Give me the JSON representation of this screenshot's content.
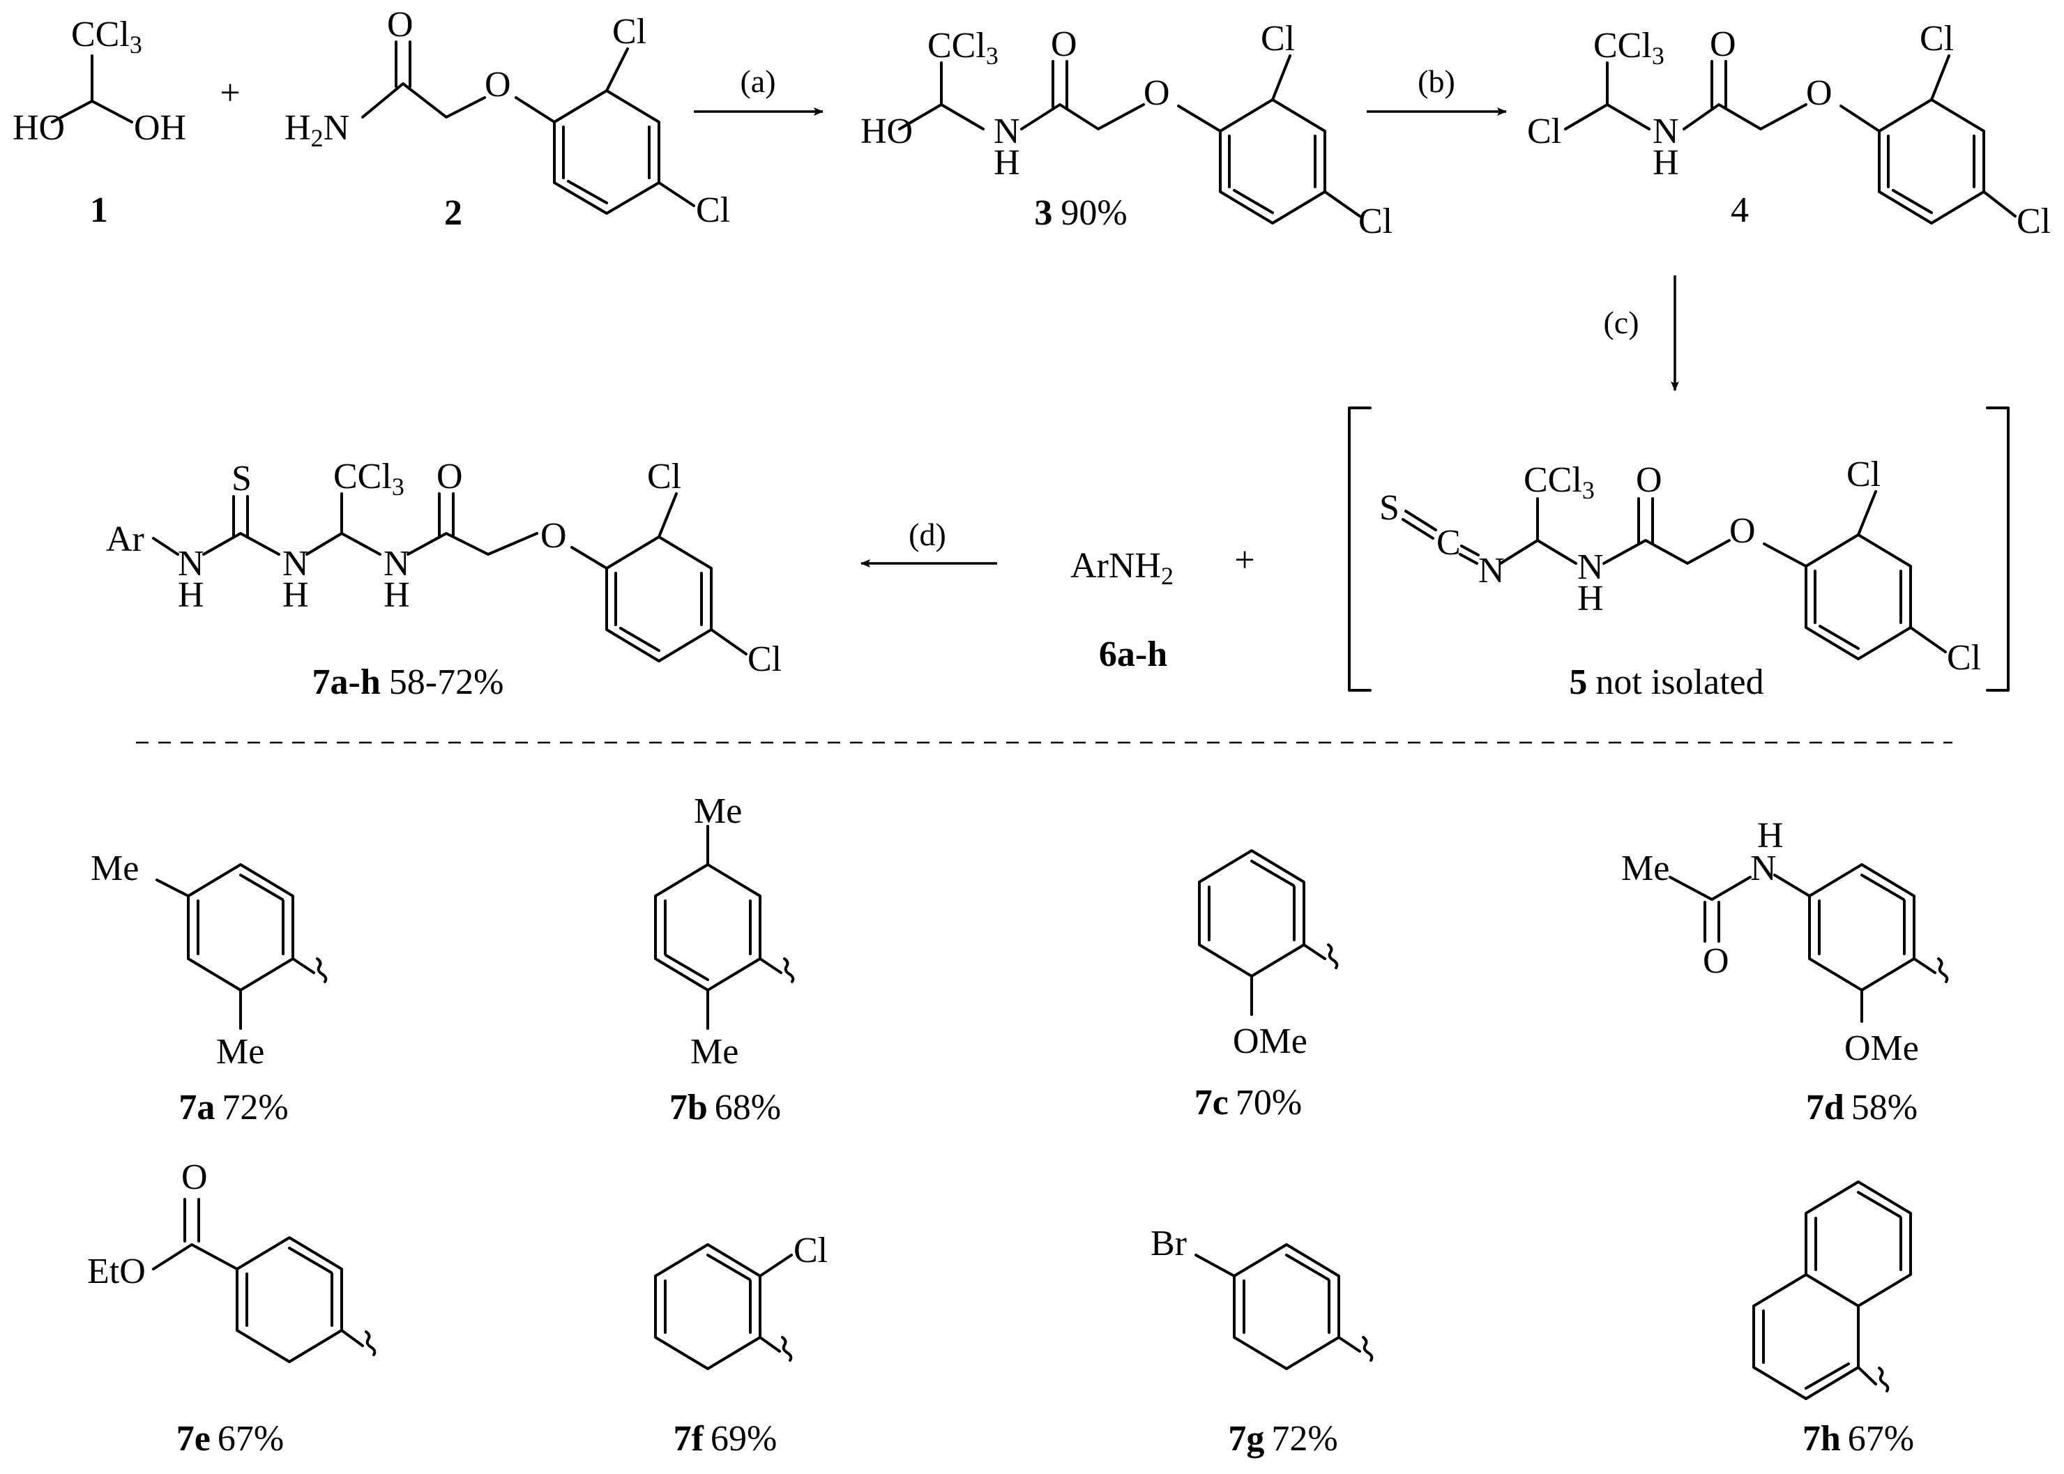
{
  "colors": {
    "ink": "#000000",
    "background": "#ffffff"
  },
  "steps": {
    "a": "(a)",
    "b": "(b)",
    "c": "(c)",
    "d": "(d)"
  },
  "atoms": {
    "ccl3": "CCl",
    "sub3": "3",
    "cl": "Cl",
    "o": "O",
    "ho": "HO",
    "oh": "OH",
    "n": "N",
    "h": "H",
    "h2n_h": "H",
    "h2n_2": "2",
    "h2n_n": "N",
    "s": "S",
    "c": "C",
    "ar": "Ar",
    "me": "Me",
    "ome": "OMe",
    "eto": "EtO",
    "br": "Br",
    "plus": "+"
  },
  "reagents": {
    "arnh2_prefix": "ArNH",
    "arnh2_sub": "2"
  },
  "compounds": {
    "c1": {
      "num": "1"
    },
    "c2": {
      "num": "2"
    },
    "c3": {
      "num": "3",
      "yield": "90%"
    },
    "c4": {
      "num": "4"
    },
    "c5": {
      "num": "5",
      "note": "not isolated"
    },
    "c6": {
      "num": "6a-h"
    },
    "c7": {
      "num": "7a-h",
      "yield": "58-72%"
    }
  },
  "products": [
    {
      "id": "7a",
      "yield": "72%"
    },
    {
      "id": "7b",
      "yield": "68%"
    },
    {
      "id": "7c",
      "yield": "70%"
    },
    {
      "id": "7d",
      "yield": "58%"
    },
    {
      "id": "7e",
      "yield": "67%"
    },
    {
      "id": "7f",
      "yield": "69%"
    },
    {
      "id": "7g",
      "yield": "72%"
    },
    {
      "id": "7h",
      "yield": "67%"
    }
  ]
}
